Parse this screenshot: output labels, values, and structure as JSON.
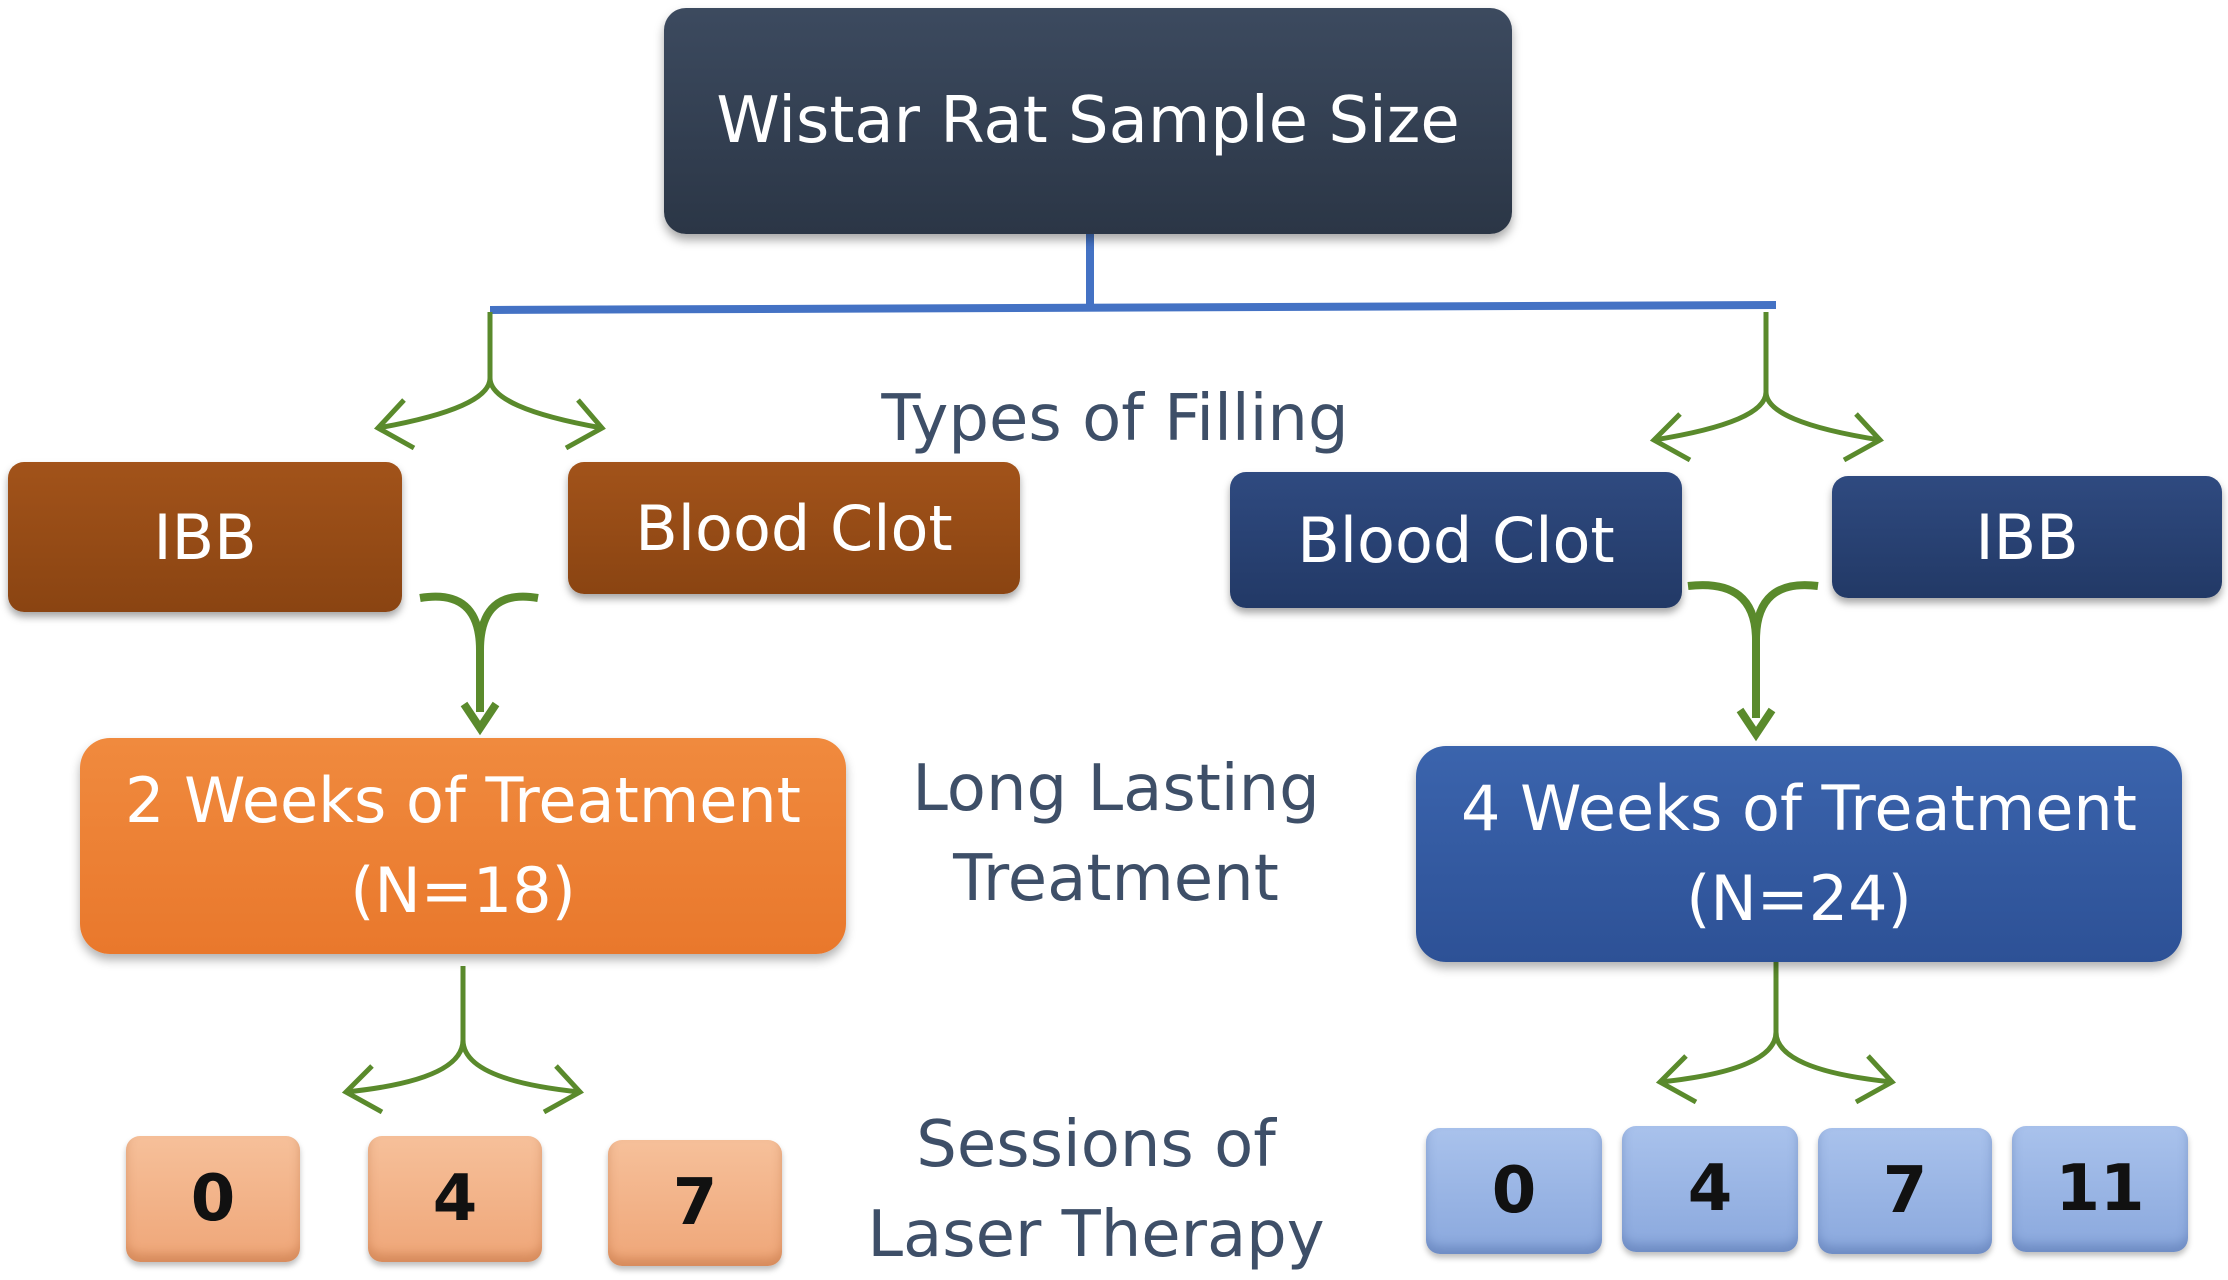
{
  "title": "Wistar Rat Sample Size",
  "labels": {
    "filling": "Types of Filling",
    "treatment": [
      "Long Lasting",
      "Treatment"
    ],
    "sessions": [
      "Sessions of",
      "Laser Therapy"
    ]
  },
  "left_branch": {
    "fillings": [
      "IBB",
      "Blood Clot"
    ],
    "treatment": [
      "2 Weeks of Treatment",
      "(N=18)"
    ],
    "sessions": [
      "0",
      "4",
      "7"
    ]
  },
  "right_branch": {
    "fillings": [
      "Blood Clot",
      "IBB"
    ],
    "treatment": [
      "4 Weeks of Treatment",
      "(N=24)"
    ],
    "sessions": [
      "0",
      "4",
      "7",
      "11"
    ]
  },
  "colors": {
    "root": "#2f3b4d",
    "left_filling": "#93490f",
    "right_filling": "#243b6b",
    "left_treatment": "#ed7f35",
    "right_treatment": "#3359a0",
    "left_session": "#f2b286",
    "right_session": "#9ab4e4",
    "connector_blue": "#4472c4",
    "arrow_green": "#5a8a2c",
    "label_text": "#3e4f68"
  }
}
